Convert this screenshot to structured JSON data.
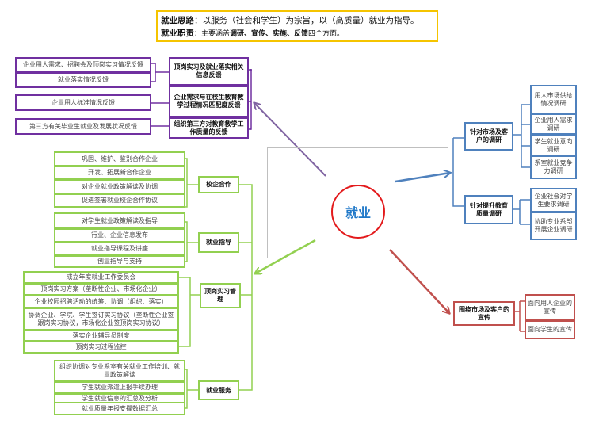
{
  "header": {
    "line1_label": "就业思路",
    "line1_sep": "：",
    "line1_text": "以服务（社会和学生）为宗旨，以（高质量）就业为指导。",
    "line2_label": "就业职责",
    "line2_sep": "：",
    "line2_prefix": "主要涵盖",
    "line2_keywords": "调研、宣传、实施、反馈",
    "line2_suffix": "四个方面。"
  },
  "center": {
    "label": "就业"
  },
  "colors": {
    "feedback": "#7030a0",
    "implementation": "#92d050",
    "research": "#4f81bd",
    "publicity": "#c0504d",
    "center_circle": "#e31a1c",
    "center_text": "#1f78c8",
    "header_border": "#f5c400"
  },
  "feedback": {
    "hubs": [
      {
        "label": "顶岗实习及就业落实相关信息反馈",
        "items": [
          "企业用人需求、招聘会及顶岗实习情况反馈",
          "就业落实情况反馈"
        ]
      },
      {
        "label": "企业需求与在校生教育教学过程情况匹配度反馈",
        "items": [
          "企业用人标准情况反馈"
        ]
      },
      {
        "label": "组织第三方对教育教学工作质量的反馈",
        "items": [
          "第三方有关毕业生就业及发展状况反馈"
        ]
      }
    ]
  },
  "implementation": {
    "hubs": [
      {
        "label": "校企合作",
        "items": [
          "巩固、维护、鉴别合作企业",
          "开发、拓展新合作企业",
          "对企业就业政策解读及协调",
          "促进签署就业校企合作协议"
        ]
      },
      {
        "label": "就业指导",
        "items": [
          "对学生就业政策解读及指导",
          "行业、企业信息发布",
          "就业指导课程及讲座",
          "创业指导与支持"
        ]
      },
      {
        "label": "顶岗实习管理",
        "items": [
          "成立年度就业工作委员会",
          "顶岗实习方案（垄断性企业、市场化企业）",
          "企业校园招聘活动的统筹、协调（组织、落实）",
          "协调企业、学院、学生签订实习协议（垄断性企业签跟岗实习协议，市场化企业签顶岗实习协议）",
          "落实企业辅导员制度",
          "顶岗实习过程监控"
        ]
      },
      {
        "label": "就业服务",
        "items": [
          "组织协调对专业系室有关就业工作培训、就业政策解读",
          "学生就业派遣上报手续办理",
          "学生就业信息的汇总及分析",
          "就业质量年报支撑数据汇总"
        ]
      }
    ]
  },
  "research": {
    "hubs": [
      {
        "label": "针对市场及客户的调研",
        "items": [
          "用人市场供给情况调研",
          "企业用人需求调研",
          "学生就业意向调研",
          "系室就业竞争力调研"
        ]
      },
      {
        "label": "针对提升教育质量调研",
        "items": [
          "企业社会对学生要求调研",
          "协助专业系部开展企业调研"
        ]
      }
    ]
  },
  "publicity": {
    "hubs": [
      {
        "label": "围绕市场及客户的宣传",
        "items": [
          "面向用人企业的宣传",
          "面向学生的宣传"
        ]
      }
    ]
  }
}
